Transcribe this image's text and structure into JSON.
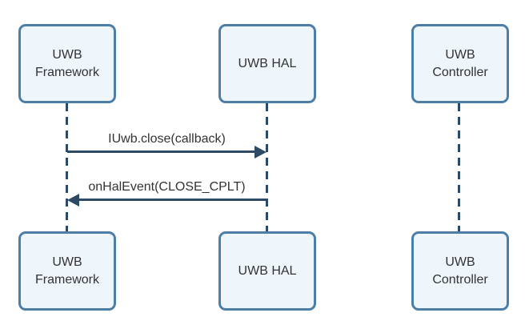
{
  "diagram": {
    "type": "sequence-diagram",
    "colors": {
      "background": "#ffffff",
      "box_fill": "#eff6fb",
      "box_border": "#4d7ea8",
      "line": "#2c4a63",
      "text": "#333333"
    },
    "actors_top": [
      {
        "label": "UWB Framework"
      },
      {
        "label": "UWB HAL"
      },
      {
        "label": "UWB Controller"
      }
    ],
    "actors_bottom": [
      {
        "label": "UWB Framework"
      },
      {
        "label": "UWB HAL"
      },
      {
        "label": "UWB Controller"
      }
    ],
    "messages": [
      {
        "label": "IUwb.close(callback)",
        "from": "UWB Framework",
        "to": "UWB HAL",
        "direction": "right"
      },
      {
        "label": "onHalEvent(CLOSE_CPLT)",
        "from": "UWB HAL",
        "to": "UWB Framework",
        "direction": "left"
      }
    ]
  }
}
